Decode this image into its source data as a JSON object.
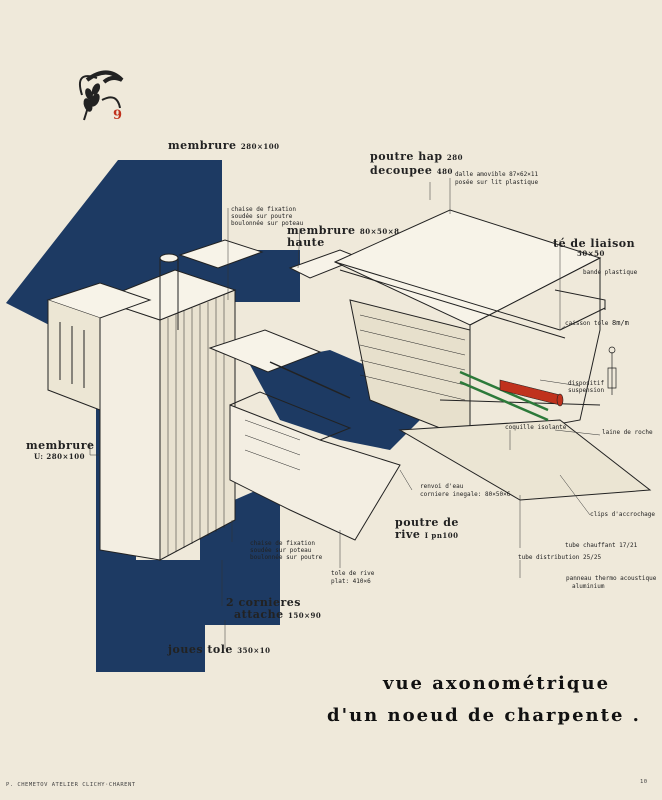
{
  "plate_number": "9",
  "colors": {
    "paper": "#efe9da",
    "navy": "#1d3a63",
    "red": "#c0321d",
    "green": "#2d7a3a",
    "line": "#222222"
  },
  "labels": {
    "membrure_top": "membrure",
    "membrure_top_dim": "280×100",
    "chaise_top_1": "chaise de fixation",
    "chaise_top_2": "soudée sur poutre",
    "chaise_top_3": "boulonnée sur poteau",
    "membrure_haute_1": "membrure",
    "membrure_haute_dim": "80×50×8",
    "membrure_haute_2": "haute",
    "poutre_hap_1": "poutre hap",
    "poutre_hap_dim": "280",
    "poutre_hap_2": "decoupee",
    "poutre_hap_dim2": "480",
    "dalle_1": "dalle amovible 87×62×11",
    "dalle_2": "posée sur lit plastique",
    "te_liaison": "té de liaison",
    "te_liaison_dim": "50×50",
    "bande": "bande plastique",
    "caisson": "caisson tole",
    "caisson_dim": "8m/m",
    "dispositif_1": "dispositif",
    "dispositif_2": "suspension",
    "coquille": "coquille isolante",
    "laine": "laine de roche",
    "membrure_left_1": "membrure",
    "membrure_left_dim": "U: 280×100",
    "renvoi_1": "renvoi d'eau",
    "renvoi_2": "corniere inegale: 80×50×6",
    "clips": "clips d'accrochage",
    "poutre_rive_1": "poutre de",
    "poutre_rive_2": "rive",
    "poutre_rive_dim": "I pn100",
    "tube_chauffant": "tube chauffant 17/21",
    "tube_distribution": "tube distribution 25/25",
    "panneau_1": "panneau thermo acoustique",
    "panneau_2": "aluminium",
    "chaise_bot_1": "chaise de fixation",
    "chaise_bot_2": "soudée sur poteau",
    "chaise_bot_3": "boulonnée sur poutre",
    "tole_1": "tole de rive",
    "tole_2": "plat: 410×6",
    "cornieres_1": "2 cornieres",
    "cornieres_2": "attache",
    "cornieres_dim": "150×90",
    "joues_1": "joues tole",
    "joues_dim": "350×10"
  },
  "title": {
    "line1": "vue axonométrique",
    "line2": "d'un noeud de charpente ."
  },
  "footer": "P. CHEMETOV  ATELIER  CLICHY·CHARENT",
  "corner_mark": "10"
}
